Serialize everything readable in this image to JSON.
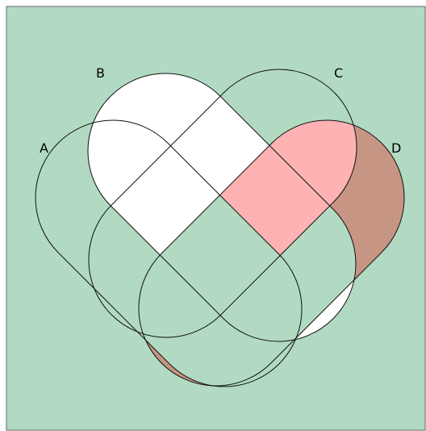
{
  "diagram": {
    "type": "venn-4-set",
    "colors": {
      "background": "#b2dac3",
      "border": "#666666",
      "outline": "#111111",
      "white_region": "#ffffff",
      "pink_region": "#feb2b2",
      "brown_region": "#c69583"
    },
    "sets": [
      {
        "id": "A",
        "label": "A"
      },
      {
        "id": "B",
        "label": "B"
      },
      {
        "id": "C",
        "label": "C"
      },
      {
        "id": "D",
        "label": "D"
      }
    ],
    "shaded_regions": [
      {
        "sets": [
          "B"
        ],
        "fill": "white_region"
      },
      {
        "sets": [
          "B",
          "C"
        ],
        "fill": "white_region"
      },
      {
        "sets": [
          "A",
          "B"
        ],
        "fill": "white_region"
      },
      {
        "sets": [
          "A",
          "B",
          "C"
        ],
        "fill": "white_region"
      },
      {
        "sets": [
          "B",
          "C",
          "D"
        ],
        "fill": "pink_region"
      },
      {
        "sets": [
          "C",
          "D"
        ],
        "fill": "pink_region"
      },
      {
        "sets": [
          "D"
        ],
        "fill": "brown_region"
      }
    ]
  }
}
